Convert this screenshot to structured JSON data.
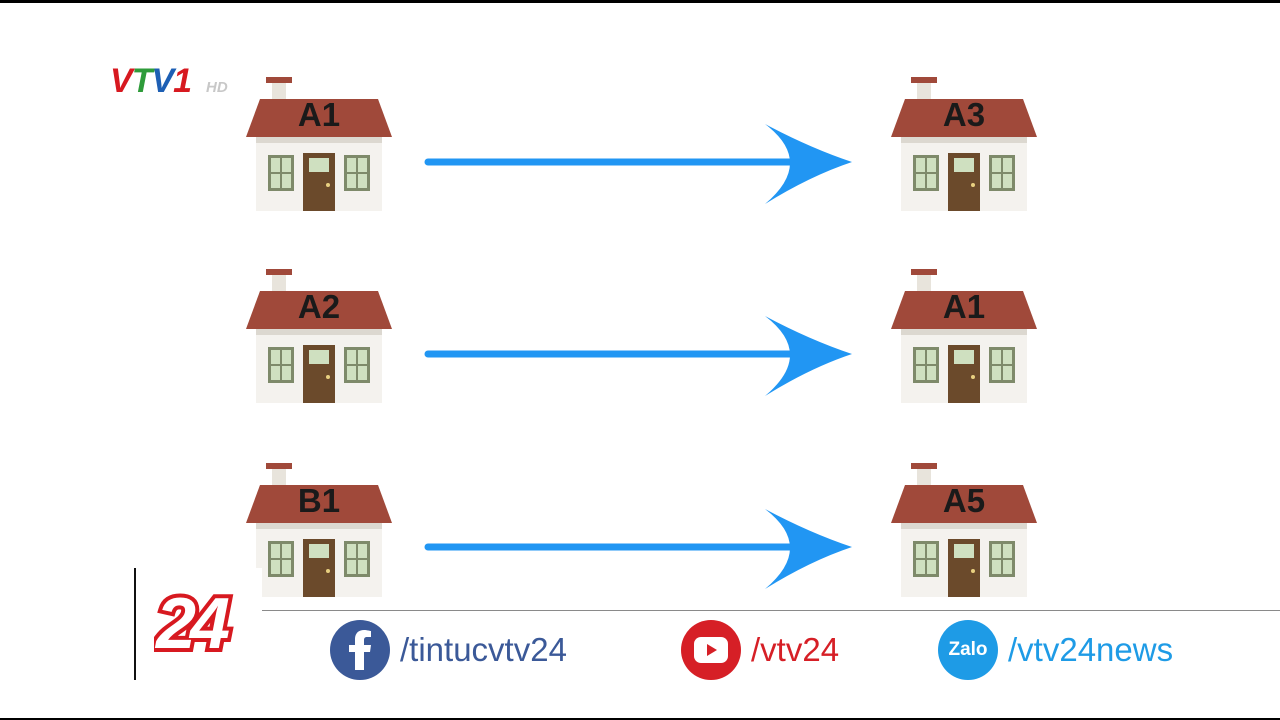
{
  "channel": {
    "brand_v": "V",
    "brand_t": "T",
    "brand_v2": "V",
    "brand_1": "1",
    "hd": "HD"
  },
  "rows": [
    {
      "from": "A1",
      "to": "A3"
    },
    {
      "from": "A2",
      "to": "A1"
    },
    {
      "from": "B1",
      "to": "A5"
    }
  ],
  "footer": {
    "brand": "24",
    "facebook": {
      "handle": "/tintucvtv24",
      "icon": "facebook-icon"
    },
    "youtube": {
      "handle": "/vtv24",
      "icon": "youtube-icon"
    },
    "zalo": {
      "handle": "/vtv24news",
      "icon_text": "Zalo"
    }
  },
  "colors": {
    "arrow": "#2196f3",
    "roof": "#a0493a",
    "door": "#6b4a2b",
    "window": "#8a9a7a"
  }
}
